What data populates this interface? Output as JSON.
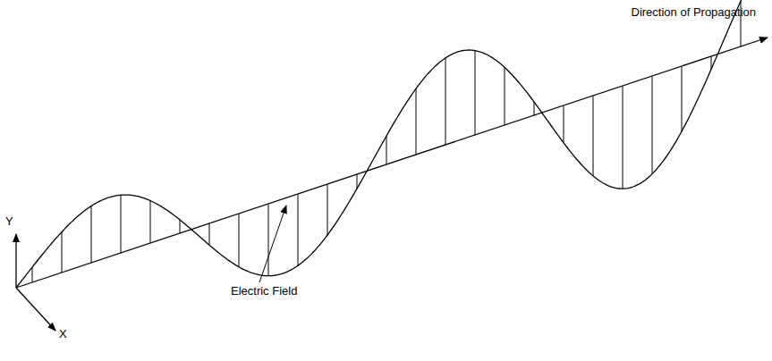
{
  "diagram": {
    "labels": [
      "Direction of Propagation",
      "Y",
      "X",
      "Electric Field"
    ]
  }
}
